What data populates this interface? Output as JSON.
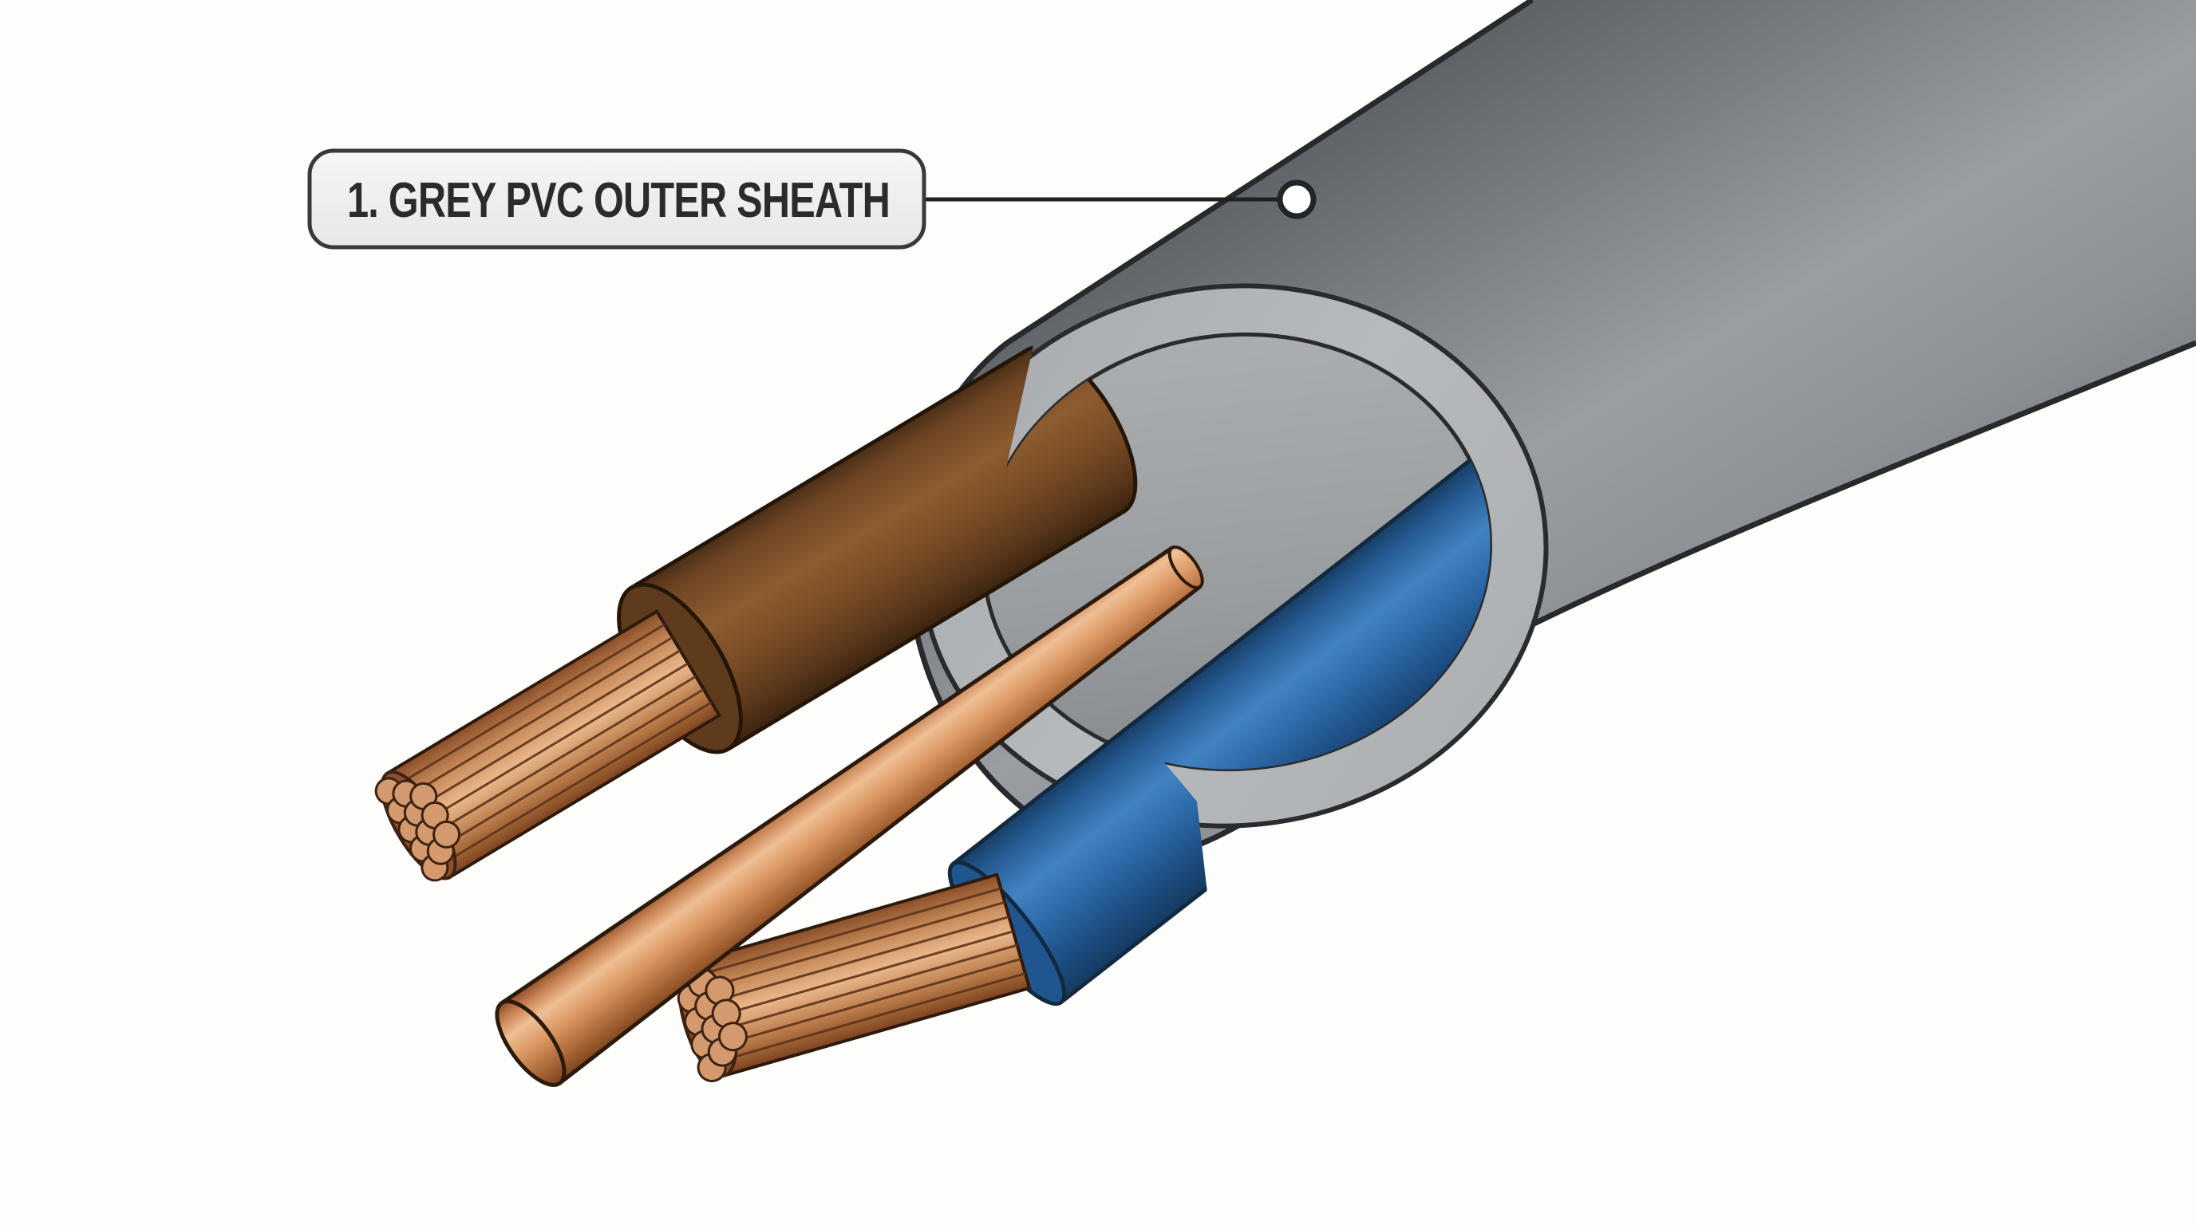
{
  "callout": {
    "label": "1. GREY PVC OUTER SHEATH",
    "marker": "leader-dot-on-sheath"
  },
  "diagram": {
    "subject": "grey pvc twin-and-earth cable cutaway",
    "colors": {
      "background": "#fdfdfc",
      "sheath_grey": "#8f9296",
      "sheath_cut_face": "#b3b6b9",
      "inner_filler": "#989ca0",
      "brown_insulation": "#7c4e26",
      "blue_insulation": "#2e6cab",
      "bare_copper": "#d99763",
      "copper_strands": "#cf8a58",
      "outline": "#28292b",
      "callout_box_fill": "#f0f1f2",
      "callout_border": "#39393b",
      "callout_text": "#2a2b2c"
    },
    "parts": [
      {
        "name": "grey-pvc-outer-sheath",
        "labeled": true
      },
      {
        "name": "brown-insulated-conductor",
        "core": "stranded-copper"
      },
      {
        "name": "bare-copper-earth-conductor",
        "core": "solid-copper"
      },
      {
        "name": "blue-insulated-conductor",
        "core": "stranded-copper"
      }
    ]
  }
}
